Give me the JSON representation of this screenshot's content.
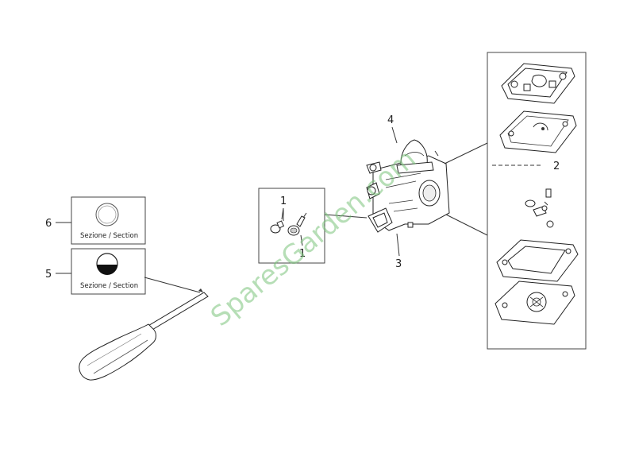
{
  "labels": {
    "l1a": "1",
    "l1b": "1",
    "l2": "2",
    "l3": "3",
    "l4": "4",
    "l5": "5",
    "l6": "6"
  },
  "sections": {
    "top": "Sezione / Section",
    "bottom": "Sezione / Section"
  },
  "watermark": "SparesGarden.com",
  "colors": {
    "line": "#333333",
    "watermark": "#7cc47c"
  }
}
